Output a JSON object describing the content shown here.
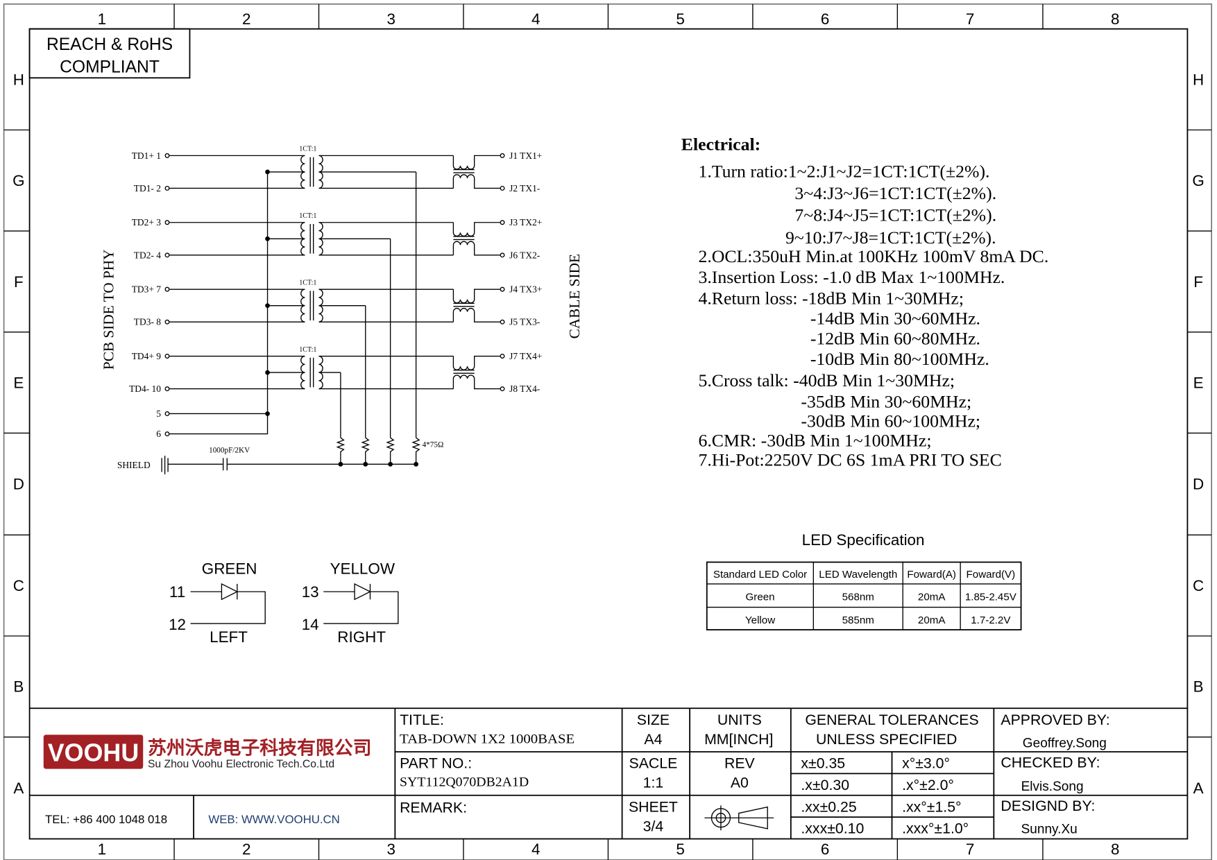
{
  "frame": {
    "columns": [
      "1",
      "2",
      "3",
      "4",
      "5",
      "6",
      "7",
      "8"
    ],
    "rows": [
      "H",
      "G",
      "F",
      "E",
      "D",
      "C",
      "B",
      "A"
    ]
  },
  "compliance": {
    "line1": "REACH & RoHS",
    "line2": "COMPLIANT"
  },
  "schematic": {
    "left_side_label": "PCB SIDE TO PHY",
    "right_side_label": "CABLE SIDE",
    "transformer_ratio": "1CT:1",
    "pins_left": [
      "TD1+ 1",
      "TD1- 2",
      "TD2+ 3",
      "TD2- 4",
      "TD3+ 7",
      "TD3- 8",
      "TD4+ 9",
      "TD4- 10",
      "5",
      "6"
    ],
    "pins_right": [
      "J1  TX1+",
      "J2  TX1-",
      "J3  TX2+",
      "J6  TX2-",
      "J4  TX3+",
      "J5  TX3-",
      "J7  TX4+",
      "J8  TX4-"
    ],
    "resistor_label": "4*75Ω",
    "capacitor_label": "1000pF/2KV",
    "shield_label": "SHIELD"
  },
  "leds": [
    {
      "color": "GREEN",
      "pin_a": "11",
      "pin_b": "12",
      "position": "LEFT"
    },
    {
      "color": "YELLOW",
      "pin_a": "13",
      "pin_b": "14",
      "position": "RIGHT"
    }
  ],
  "electrical": {
    "heading": "Electrical:",
    "lines": [
      "1.Turn ratio:1~2:J1~J2=1CT:1CT(±2%).",
      "3~4:J3~J6=1CT:1CT(±2%).",
      "7~8:J4~J5=1CT:1CT(±2%).",
      "9~10:J7~J8=1CT:1CT(±2%).",
      "2.OCL:350uH Min.at 100KHz 100mV 8mA DC.",
      "3.Insertion Loss: -1.0 dB Max 1~100MHz.",
      "4.Return loss: -18dB Min 1~30MHz;",
      "-14dB Min 30~60MHz.",
      "-12dB Min 60~80MHz.",
      "-10dB Min 80~100MHz.",
      "5.Cross talk: -40dB Min 1~30MHz;",
      "-35dB Min 30~60MHz;",
      "-30dB Min 60~100MHz;",
      "6.CMR: -30dB Min 1~100MHz;",
      "7.Hi-Pot:2250V DC 6S 1mA PRI TO SEC"
    ]
  },
  "led_spec": {
    "title": "LED Specification",
    "headers": [
      "Standard LED Color",
      "LED Wavelength",
      "Foward(A)",
      "Foward(V)"
    ],
    "rows": [
      [
        "Green",
        "568nm",
        "20mA",
        "1.85-2.45V"
      ],
      [
        "Yellow",
        "585nm",
        "20mA",
        "1.7-2.2V"
      ]
    ]
  },
  "title_block": {
    "logo_text": "VOOHU",
    "company_cn": "苏州沃虎电子科技有限公司",
    "company_en": "Su Zhou Voohu Electronic Tech.Co.Ltd",
    "tel": "TEL: +86 400 1048 018",
    "web": "WEB: WWW.VOOHU.CN",
    "title_label": "TITLE:",
    "title_value": "TAB-DOWN 1X2 1000BASE",
    "part_label": "PART NO.:",
    "part_value": "SYT112Q070DB2A1D",
    "remark_label": "REMARK:",
    "size_label": "SIZE",
    "size_value": "A4",
    "units_label": "UNITS",
    "units_value": "MM[INCH]",
    "scale_label": "SACLE",
    "scale_value": "1:1",
    "rev_label": "REV",
    "rev_value": "A0",
    "sheet_label": "SHEET",
    "sheet_value": "3/4",
    "tol_label1": "GENERAL TOLERANCES",
    "tol_label2": "UNLESS SPECIFIED",
    "tolerances": [
      [
        "x±0.35",
        "x°±3.0°"
      ],
      [
        ".x±0.30",
        ".x°±2.0°"
      ],
      [
        ".xx±0.25",
        ".xx°±1.5°"
      ],
      [
        ".xxx±0.10",
        ".xxx°±1.0°"
      ]
    ],
    "approved_label": "APPROVED BY:",
    "approved_value": "Geoffrey.Song",
    "checked_label": "CHECKED BY:",
    "checked_value": "Elvis.Song",
    "designed_label": "DESIGND BY:",
    "designed_value": "Sunny.Xu",
    "brand_color": "#a32024",
    "web_color": "#1f3f73"
  }
}
